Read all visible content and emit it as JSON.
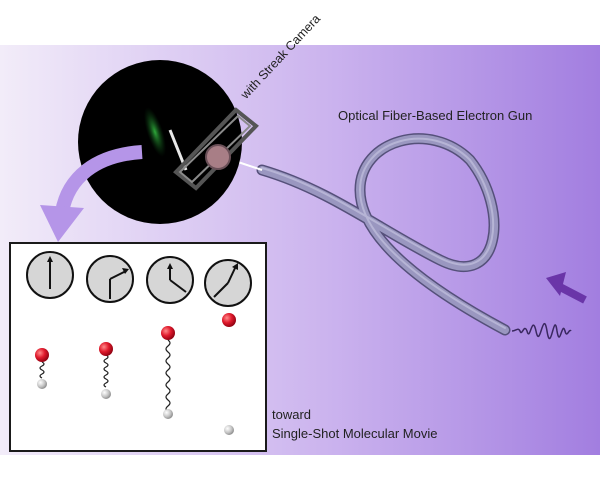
{
  "labels": {
    "electron_gun": "Optical Fiber-Based Electron Gun",
    "streak_camera": "with Streak Camera",
    "toward": "toward",
    "movie": "Single-Shot Molecular Movie"
  },
  "colors": {
    "background_left": "#f0e8f8",
    "background_right": "#a27ee0",
    "fiber": "#8a86b0",
    "atom_red": "#d8142a",
    "atom_grey": "#c9c9c9",
    "arrow": "#b595e8",
    "laser_arrow": "#6a35a8"
  },
  "icons": {
    "camera_view": "black-circle-with-green-streak",
    "streak_camera": "streak-camera-frame",
    "curved_arrow": "curved-arrow-down-left",
    "laser_pulse": "wave-pulse",
    "laser_direction": "arrow-up-left",
    "clocks": "clock-icon",
    "molecules": "spring-molecule"
  }
}
